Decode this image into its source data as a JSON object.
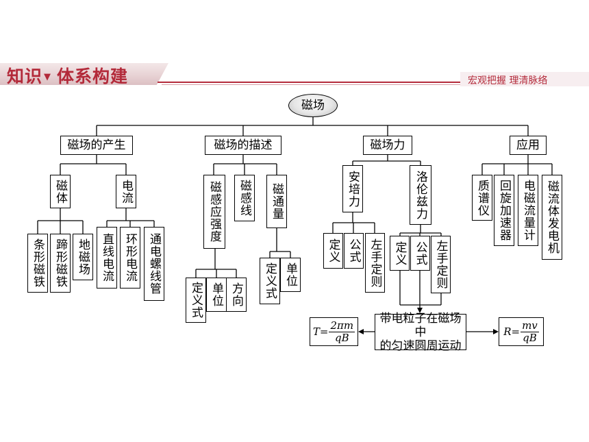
{
  "header": {
    "title_left": "知识",
    "marker": "▼",
    "title_right": "体系构建",
    "subtitle": "宏观把握  理清脉络",
    "accent_color": "#b32a3a"
  },
  "diagram": {
    "root": "磁场",
    "generation": {
      "label": "磁场的产生",
      "magnet": {
        "label": "磁体",
        "children": [
          "条形磁铁",
          "蹄形磁铁",
          "地磁场"
        ]
      },
      "current": {
        "label": "电流",
        "children": [
          "直线电流",
          "环形电流",
          "通电螺线管"
        ]
      }
    },
    "description": {
      "label": "磁场的描述",
      "induction": {
        "label": "磁感应强度",
        "children": [
          "定义式",
          "单位",
          "方向"
        ]
      },
      "field_lines": {
        "label": "磁感线"
      },
      "flux": {
        "label": "磁通量",
        "children": [
          "定义式",
          "单位"
        ]
      }
    },
    "force": {
      "label": "磁场力",
      "ampere": {
        "label": "安培力",
        "children": [
          "定义",
          "公式",
          "左手定则"
        ]
      },
      "lorentz": {
        "label": "洛伦兹力",
        "children": [
          "定义",
          "公式",
          "左手定则"
        ]
      },
      "motion": {
        "label_line1": "带电粒子在磁场中",
        "label_line2": "的匀速圆周运动",
        "period": {
          "lhs": "T=",
          "num": "2πm",
          "den": "qB"
        },
        "radius": {
          "lhs": "R=",
          "num": "mv",
          "den": "qB"
        }
      }
    },
    "application": {
      "label": "应用",
      "children": [
        "质谱仪",
        "回旋加速器",
        "电磁流量计",
        "磁流体发电机"
      ]
    }
  }
}
